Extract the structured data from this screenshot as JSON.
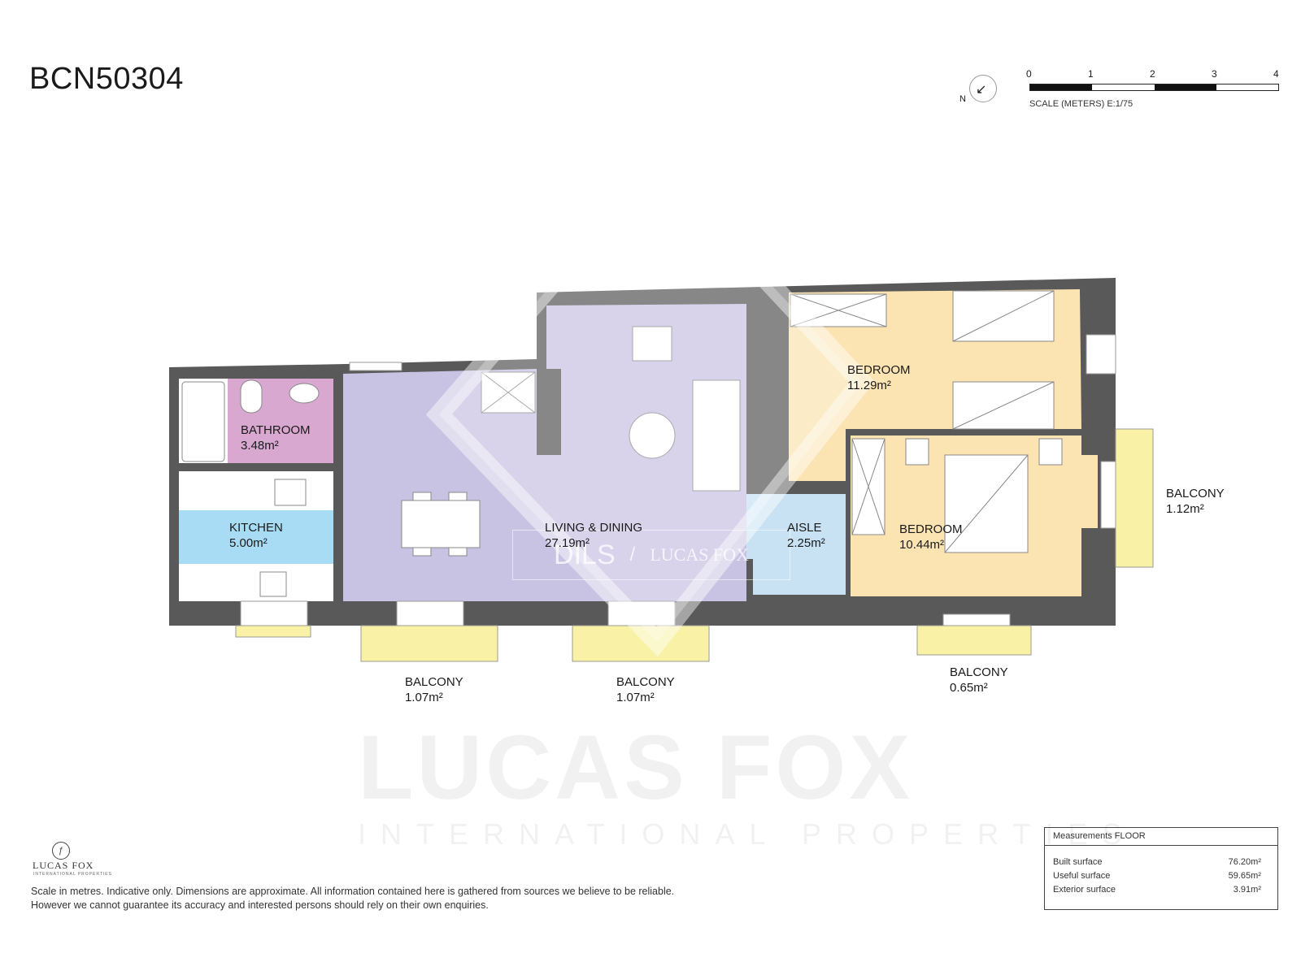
{
  "header": {
    "ref_code": "BCN50304"
  },
  "compass": {
    "label": "N"
  },
  "scale": {
    "ticks": [
      "0",
      "1",
      "2",
      "3",
      "4"
    ],
    "caption": "SCALE (METERS) E:1/75"
  },
  "rooms": {
    "bathroom": {
      "name": "BATHROOM",
      "area": "3.48m²"
    },
    "kitchen": {
      "name": "KITCHEN",
      "area": "5.00m²"
    },
    "living": {
      "name": "LIVING & DINING",
      "area": "27.19m²"
    },
    "aisle": {
      "name": "AISLE",
      "area": "2.25m²"
    },
    "bedroom1": {
      "name": "BEDROOM",
      "area": "11.29m²"
    },
    "bedroom2": {
      "name": "BEDROOM",
      "area": "10.44m²"
    },
    "balcony_kitchen": {
      "name": "BALCONY",
      "area": "1.07m²"
    },
    "balcony_living": {
      "name": "BALCONY",
      "area": "1.07m²"
    },
    "balcony_bedroom2": {
      "name": "BALCONY",
      "area": "0.65m²"
    },
    "balcony_east": {
      "name": "BALCONY",
      "area": "1.12m²"
    }
  },
  "colors": {
    "wall": "#595959",
    "bathroom": "#d9a8d0",
    "kitchen": "#a8dcf4",
    "living": "#c9c3e3",
    "aisle": "#c8e2f4",
    "bedroom": "#fbe3b2",
    "balcony": "#f9f2a6"
  },
  "watermark": {
    "brand": "LUCAS FOX",
    "tagline": "INTERNATIONAL PROPERTIES",
    "dils": "DILS",
    "dils_partner": "LUCAS FOX"
  },
  "logo": {
    "name": "LUCAS FOX",
    "tagline": "INTERNATIONAL PROPERTIES",
    "icon": "fox-crest-icon"
  },
  "disclaimer": {
    "line1": "Scale in metres. Indicative only. Dimensions are approximate. All information contained here is gathered from sources we believe to be reliable.",
    "line2": "However we cannot guarantee its accuracy and interested persons should rely on their own enquiries."
  },
  "measurements": {
    "title": "Measurements FLOOR",
    "rows": [
      {
        "label": "Built surface",
        "value": "76.20m²"
      },
      {
        "label": "Useful surface",
        "value": "59.65m²"
      },
      {
        "label": "Exterior surface",
        "value": "3.91m²"
      }
    ]
  }
}
